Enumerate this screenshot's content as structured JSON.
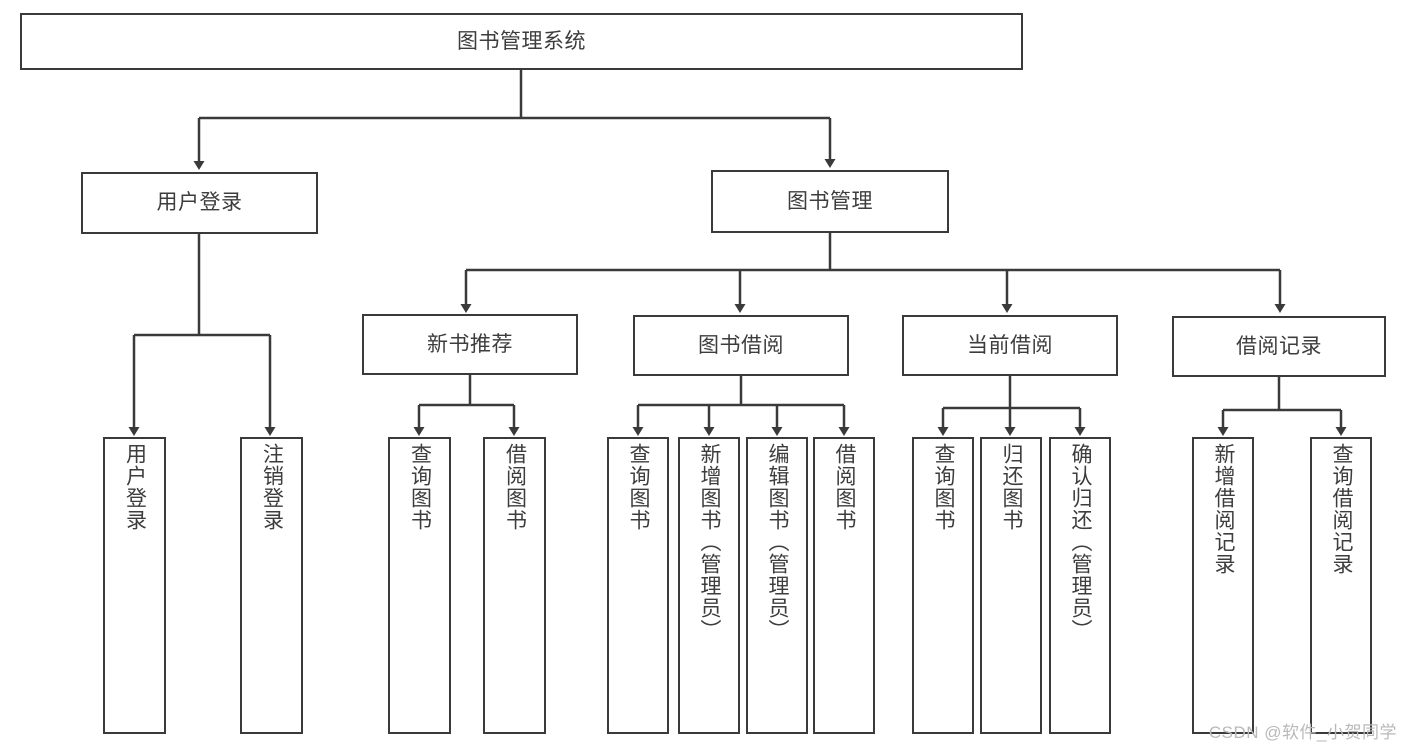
{
  "diagram": {
    "title": "图书管理系统",
    "type": "tree-hierarchy",
    "root": {
      "label": "图书管理系统"
    },
    "level2": [
      {
        "label": "用户登录"
      },
      {
        "label": "图书管理"
      }
    ],
    "level3": [
      {
        "label": "新书推荐"
      },
      {
        "label": "图书借阅"
      },
      {
        "label": "当前借阅"
      },
      {
        "label": "借阅记录"
      }
    ],
    "leaves": {
      "user_login": [
        {
          "label": "用户登录"
        },
        {
          "label": "注销登录"
        }
      ],
      "new_book_recommend": [
        {
          "label": "查询图书"
        },
        {
          "label": "借阅图书"
        }
      ],
      "book_borrow": [
        {
          "label": "查询图书"
        },
        {
          "label": "新增图书（管理员）"
        },
        {
          "label": "编辑图书（管理员）"
        },
        {
          "label": "借阅图书"
        }
      ],
      "current_borrow": [
        {
          "label": "查询图书"
        },
        {
          "label": "归还图书"
        },
        {
          "label": "确认归还（管理员）"
        }
      ],
      "borrow_record": [
        {
          "label": "新增借阅记录"
        },
        {
          "label": "查询借阅记录"
        }
      ]
    }
  },
  "watermark": {
    "text": "CSDN @软件_小贺同学"
  },
  "colors": {
    "stroke": "#3a3a3a",
    "text": "#3d3d3d",
    "background": "#ffffff",
    "watermark": "#b9b9b9"
  }
}
